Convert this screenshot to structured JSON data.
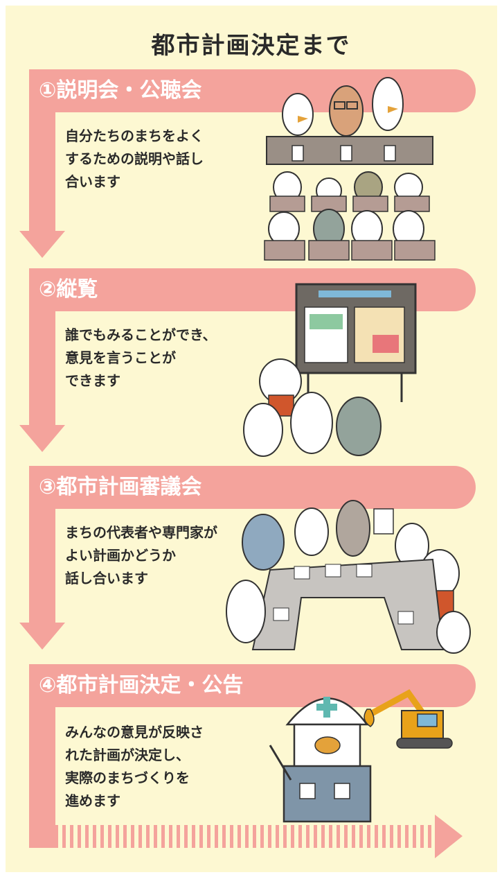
{
  "title": "都市計画決定まで",
  "steps": [
    {
      "label": "①説明会・公聴会",
      "lines": [
        "自分たちのまちをよく",
        "するための説明や話し",
        "合います"
      ]
    },
    {
      "label": "②縦覧",
      "lines": [
        "誰でもみることができ、",
        "意見を言うことが",
        "できます"
      ]
    },
    {
      "label": "③都市計画審議会",
      "lines": [
        "まちの代表者や専門家が",
        "よい計画かどうか",
        "話し合います"
      ]
    },
    {
      "label": "④都市計画決定・公告",
      "lines": [
        "みんなの意見が反映さ",
        "れた計画が決定し、",
        "実際のまちづくりを",
        "進めます"
      ]
    }
  ],
  "colors": {
    "background": "#fdf8d2",
    "arrow": "#f4a39c",
    "text": "#2a2a2a"
  }
}
